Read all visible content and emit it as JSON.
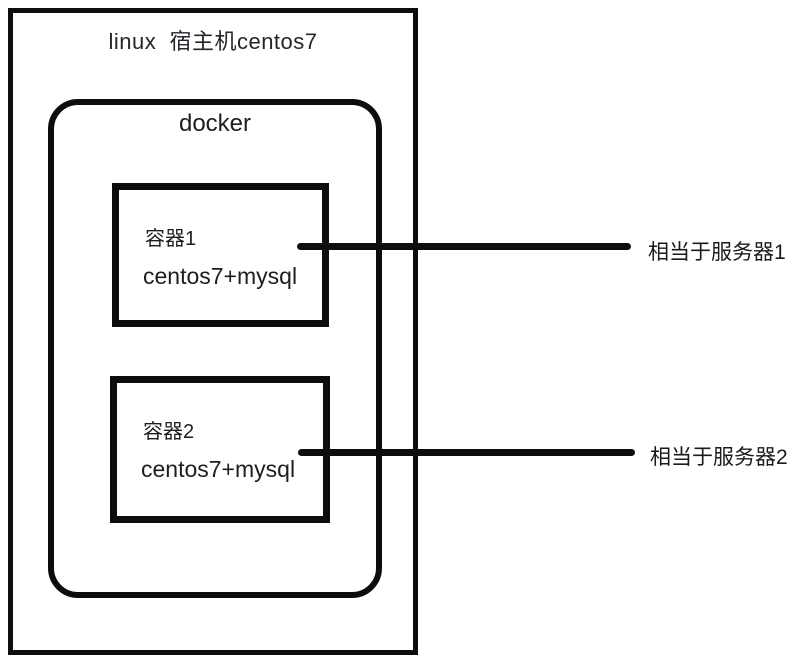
{
  "host": {
    "title": "linux  宿主机centos7"
  },
  "docker": {
    "title": "docker"
  },
  "containers": [
    {
      "name": "容器1",
      "stack": "centos7+mysql",
      "note": "相当于服务器1"
    },
    {
      "name": "容器2",
      "stack": "centos7+mysql",
      "note": "相当于服务器2"
    }
  ],
  "colors": {
    "line": "#0d0d0d",
    "text": "#1e1e1e",
    "background": "#ffffff"
  }
}
